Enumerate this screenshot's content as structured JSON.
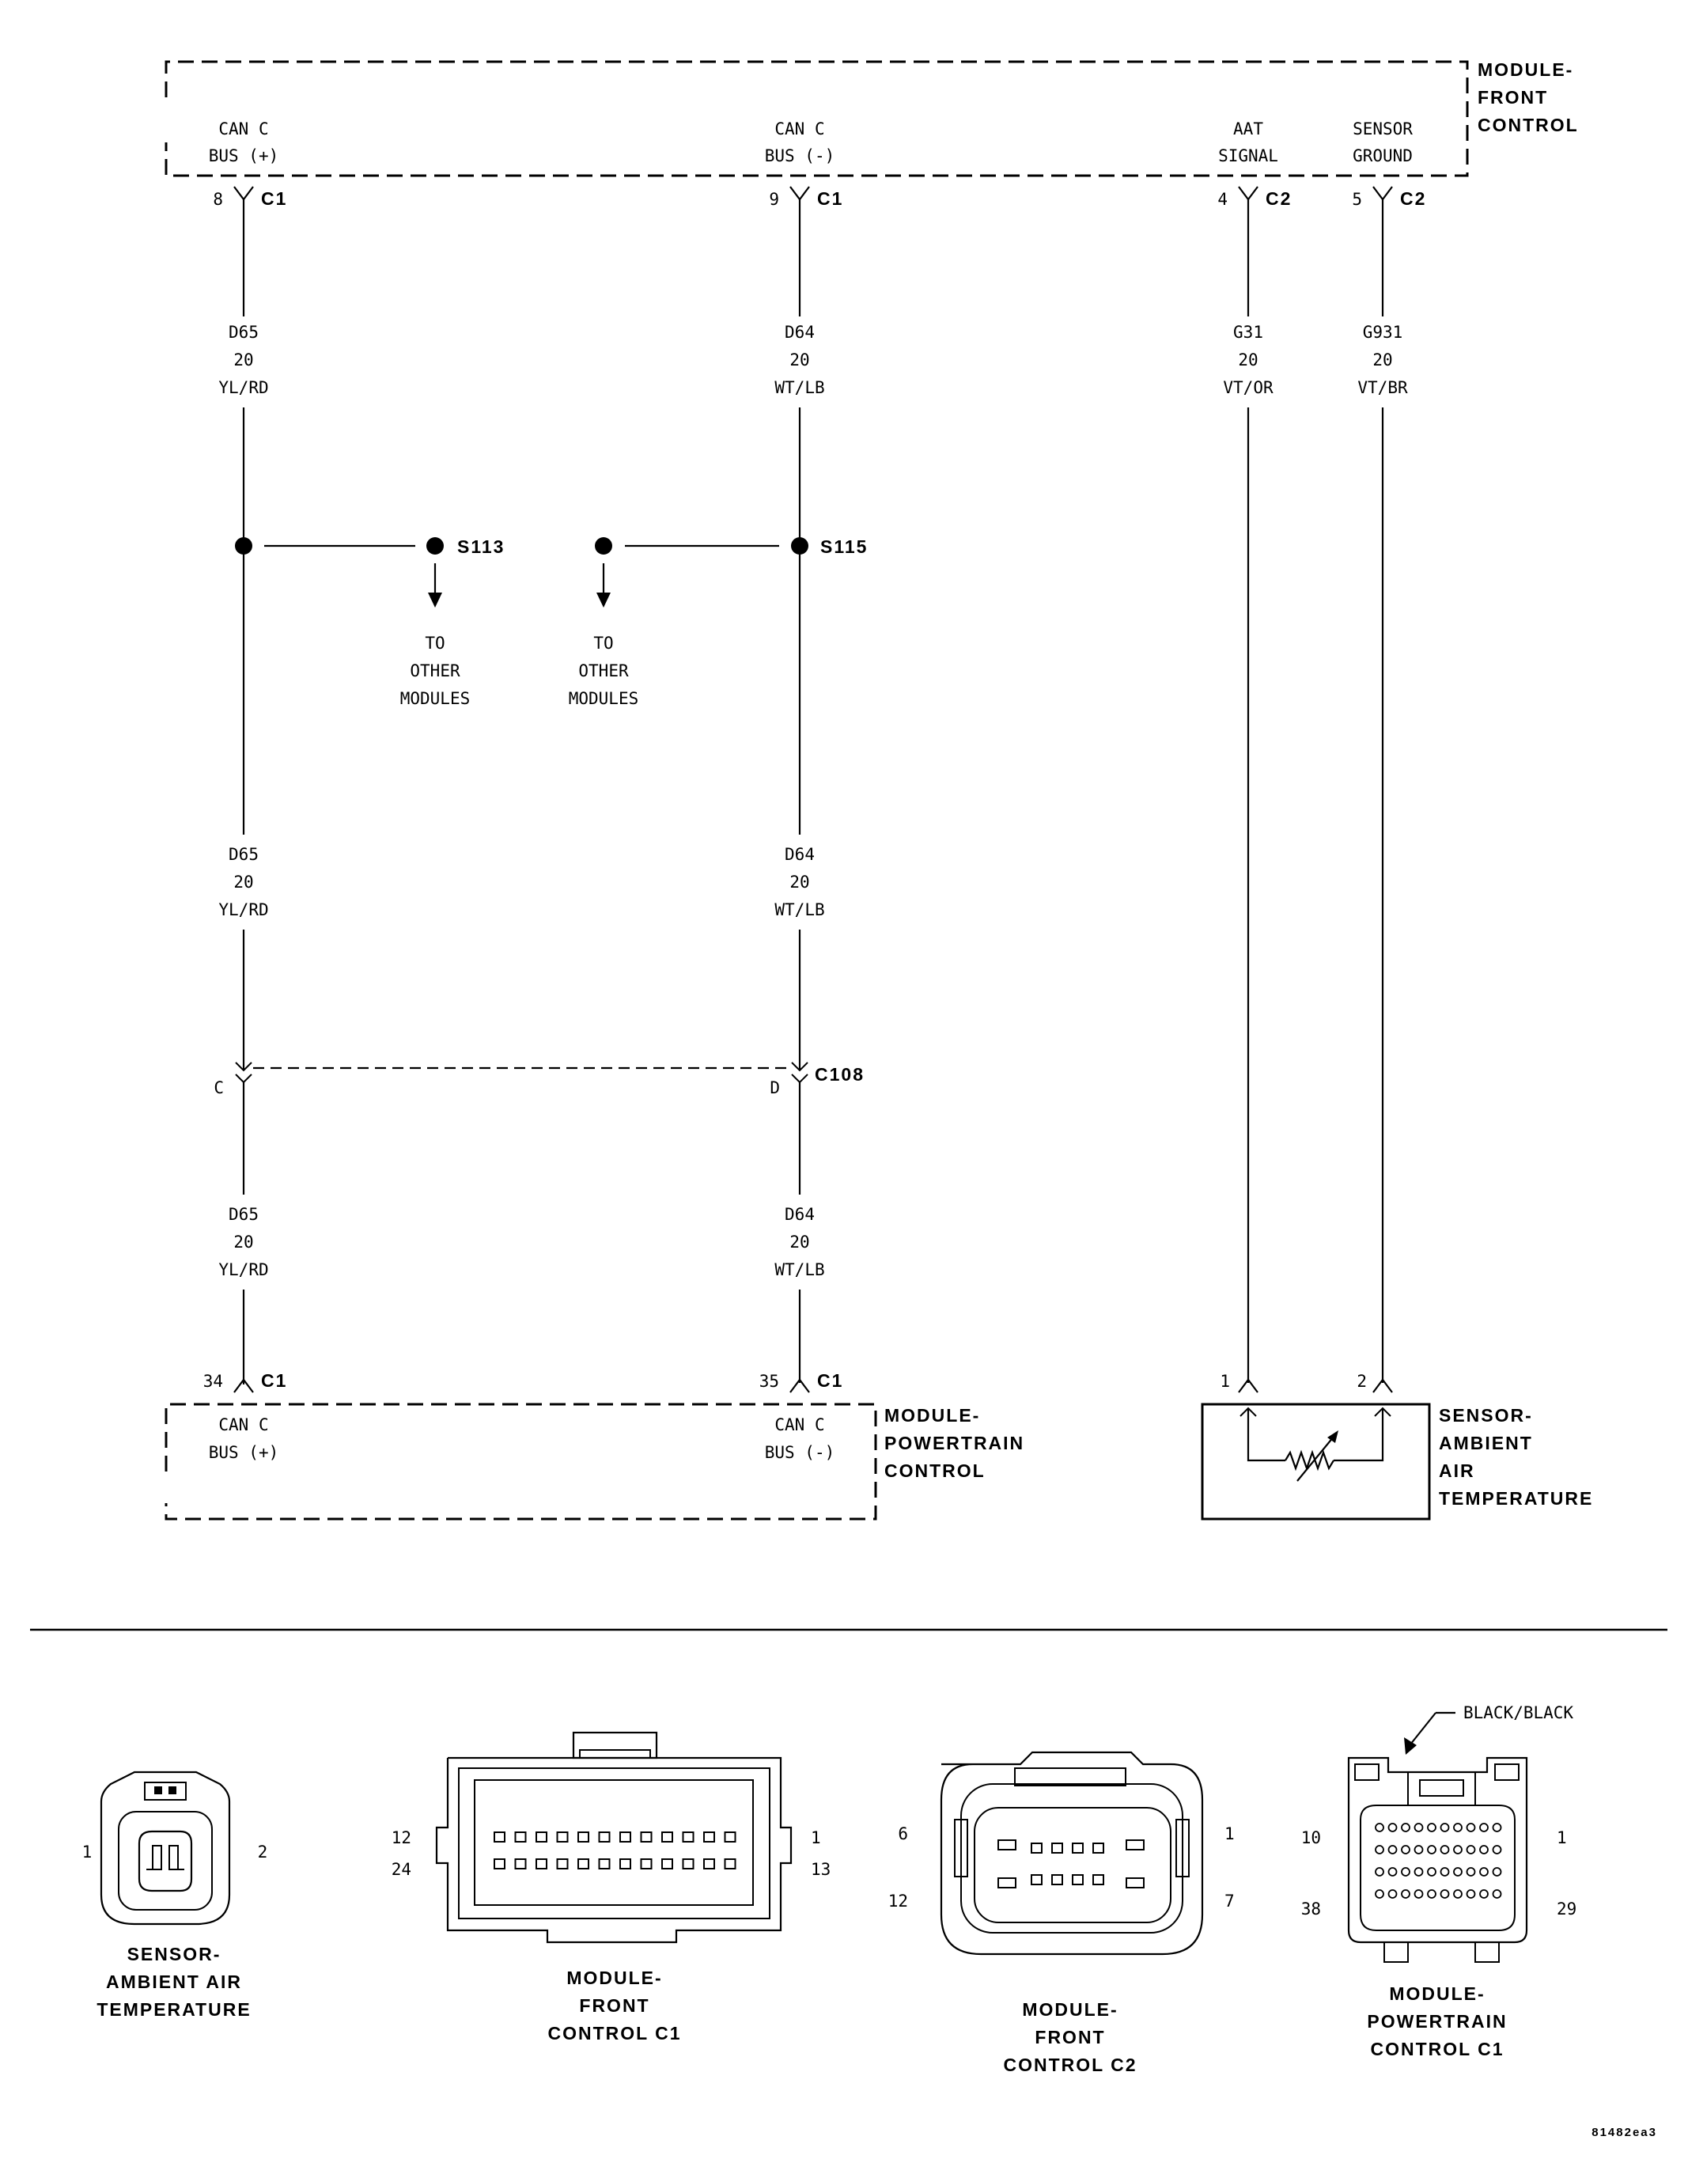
{
  "modules": {
    "front_control": {
      "line1": "MODULE-",
      "line2": "FRONT",
      "line3": "CONTROL"
    },
    "powertrain_control": {
      "line1": "MODULE-",
      "line2": "POWERTRAIN",
      "line3": "CONTROL"
    },
    "sensor_aat": {
      "line1": "SENSOR-",
      "line2": "AMBIENT",
      "line3": "AIR",
      "line4": "TEMPERATURE"
    }
  },
  "fcm_pins": [
    {
      "line1": "CAN C",
      "line2": "BUS (+)",
      "pin": "8",
      "conn": "C1"
    },
    {
      "line1": "CAN C",
      "line2": "BUS (-)",
      "pin": "9",
      "conn": "C1"
    },
    {
      "line1": "AAT",
      "line2": "SIGNAL",
      "pin": "4",
      "conn": "C2"
    },
    {
      "line1": "SENSOR",
      "line2": "GROUND",
      "pin": "5",
      "conn": "C2"
    }
  ],
  "pcm_pins": [
    {
      "line1": "CAN C",
      "line2": "BUS (+)",
      "pin": "34",
      "conn": "C1"
    },
    {
      "line1": "CAN C",
      "line2": "BUS (-)",
      "pin": "35",
      "conn": "C1"
    }
  ],
  "wires": {
    "d65": {
      "circuit": "D65",
      "gauge": "20",
      "color": "YL/RD"
    },
    "d64": {
      "circuit": "D64",
      "gauge": "20",
      "color": "WT/LB"
    },
    "g31": {
      "circuit": "G31",
      "gauge": "20",
      "color": "VT/OR"
    },
    "g931": {
      "circuit": "G931",
      "gauge": "20",
      "color": "VT/BR"
    }
  },
  "splices": {
    "s113": "S113",
    "s115": "S115"
  },
  "to_other": {
    "line1": "TO",
    "line2": "OTHER",
    "line3": "MODULES"
  },
  "c108": {
    "name": "C108",
    "pin_left": "C",
    "pin_right": "D"
  },
  "sensor_pins": {
    "pin1": "1",
    "pin2": "2"
  },
  "connector_views": {
    "sensor": {
      "line1": "SENSOR-",
      "line2": "AMBIENT AIR",
      "line3": "TEMPERATURE",
      "pin_left": "1",
      "pin_right": "2"
    },
    "fcm_c1": {
      "line1": "MODULE-",
      "line2": "FRONT",
      "line3": "CONTROL C1",
      "pin_tl": "12",
      "pin_bl": "24",
      "pin_tr": "1",
      "pin_br": "13"
    },
    "fcm_c2": {
      "line1": "MODULE-",
      "line2": "FRONT",
      "line3": "CONTROL C2",
      "pin_tl": "6",
      "pin_bl": "12",
      "pin_tr": "1",
      "pin_br": "7"
    },
    "pcm_c1": {
      "line1": "MODULE-",
      "line2": "POWERTRAIN",
      "line3": "CONTROL C1",
      "pin_tl": "10",
      "pin_bl": "38",
      "pin_tr": "1",
      "pin_br": "29",
      "callout": "BLACK/BLACK"
    }
  },
  "figure_id": "81482ea3"
}
